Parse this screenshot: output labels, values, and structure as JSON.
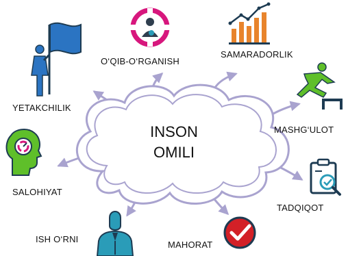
{
  "center": {
    "line1": "INSON",
    "line2": "OMILI"
  },
  "nodes": [
    {
      "label": "O‘QIB-O‘RGANISH",
      "icon": "person-target-icon"
    },
    {
      "label": "SAMARADORLIK",
      "icon": "growth-chart-icon"
    },
    {
      "label": "YETAKCHILIK",
      "icon": "flag-bearer-icon"
    },
    {
      "label": "MASHG‘ULOT",
      "icon": "hurdle-jumper-icon"
    },
    {
      "label": "SALOHIYAT",
      "icon": "head-gauge-icon"
    },
    {
      "label": "TADQIQOT",
      "icon": "clipboard-magnifier-icon"
    },
    {
      "label": "ISH O‘RNI",
      "icon": "business-person-icon"
    },
    {
      "label": "MAHORAT",
      "icon": "checkmark-badge-icon"
    }
  ],
  "colors": {
    "cloud": "#a9a3cf",
    "cloud_fill": "#ffffff",
    "arrow": "#a9a3cf",
    "pink": "#d7177d",
    "orange": "#e8842c",
    "green": "#5fbf2a",
    "blue": "#2b74c2",
    "red": "#d32027",
    "navy": "#1d3b52",
    "teal": "#2a9cb8"
  }
}
